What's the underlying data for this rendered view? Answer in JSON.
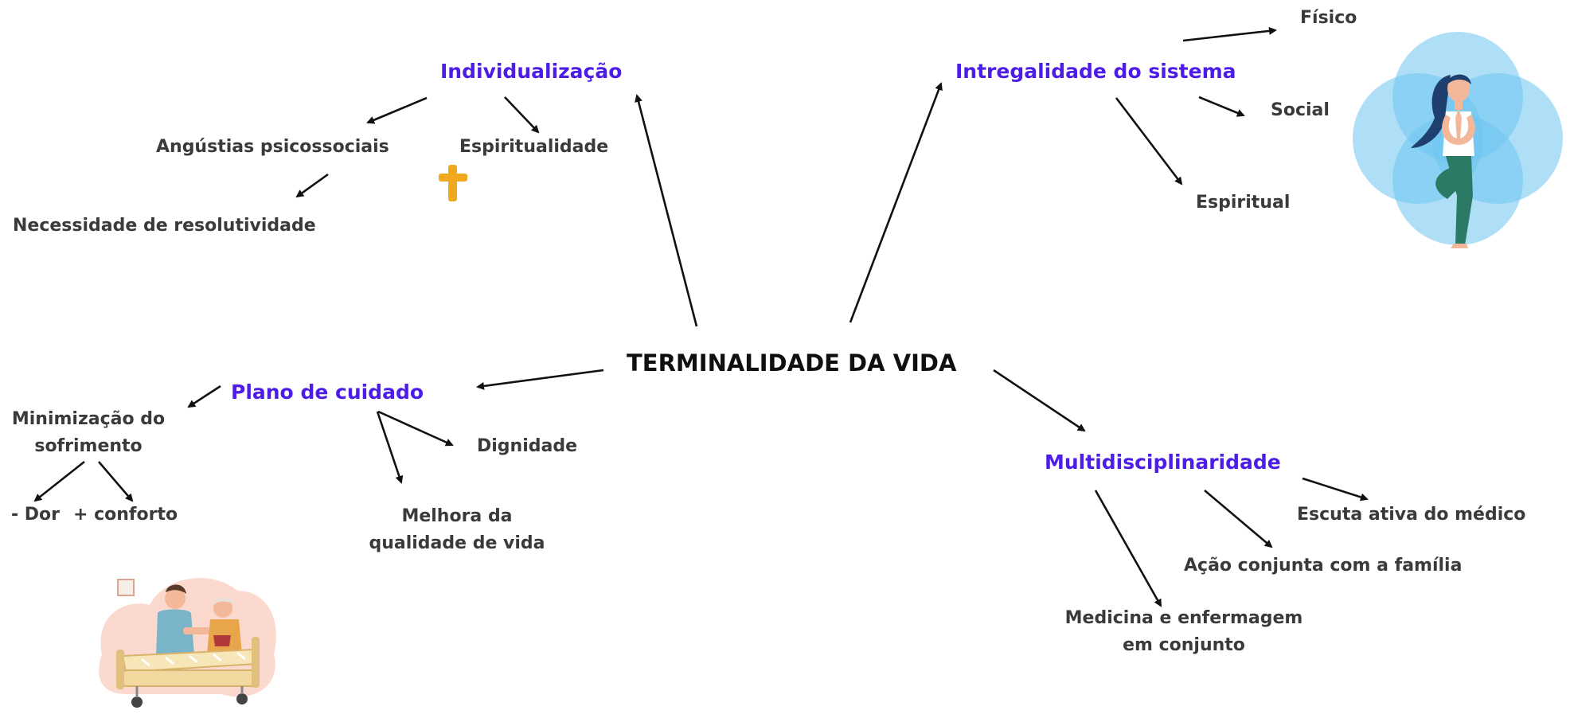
{
  "center": "TERMINALIDADE DA VIDA",
  "branches": {
    "individualizacao": {
      "title": "Individualização",
      "items": [
        "Angústias psicossociais",
        "Espiritualidade",
        "Necessidade de resolutividade"
      ]
    },
    "integralidade": {
      "title": "Intregalidade do sistema",
      "items": [
        "Físico",
        "Social",
        "Espiritual"
      ]
    },
    "plano": {
      "title": "Plano de cuidado",
      "minimizacao": [
        "Minimização do",
        "sofrimento"
      ],
      "dor": "- Dor",
      "conforto": "+ conforto",
      "dignidade": "Dignidade",
      "melhora": [
        "Melhora da",
        "qualidade de vida"
      ]
    },
    "multi": {
      "title": "Multidisciplinaridade",
      "escuta": "Escuta ativa do médico",
      "acao": "Ação conjunta com a família",
      "medicina": [
        "Medicina e enfermagem",
        "em conjunto"
      ]
    }
  },
  "colors": {
    "branch": "#4d1ce6",
    "leaf": "#3a3a3a",
    "center": "#0f0f0f",
    "cross": "#f0a81c",
    "circles": "#6ec4f0"
  },
  "icons": [
    "cross-icon",
    "yoga-woman-illustration",
    "hospital-bed-illustration"
  ]
}
